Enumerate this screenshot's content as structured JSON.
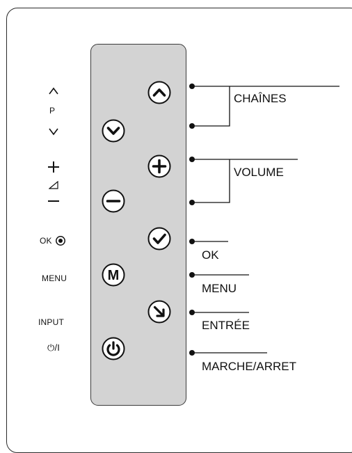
{
  "left_labels": {
    "channel_letter": "P",
    "ok": "OK",
    "menu": "MENU",
    "input": "INPUT",
    "power": "⏻/I"
  },
  "callouts": {
    "channels": "CHAÎNES",
    "volume": "VOLUME",
    "ok": "OK",
    "menu": "MENU",
    "input": "ENTRÉE",
    "power": "MARCHE/ARRET"
  },
  "button_icons": {
    "channel_up": "chevron-up-icon",
    "channel_down": "chevron-down-icon",
    "volume_up": "plus-icon",
    "volume_down": "minus-icon",
    "ok": "check-icon",
    "menu": "m-letter-icon",
    "input": "arrow-down-right-icon",
    "power": "power-icon"
  },
  "colors": {
    "panel": "#d3d3d3",
    "ink": "#1a1a1a"
  }
}
